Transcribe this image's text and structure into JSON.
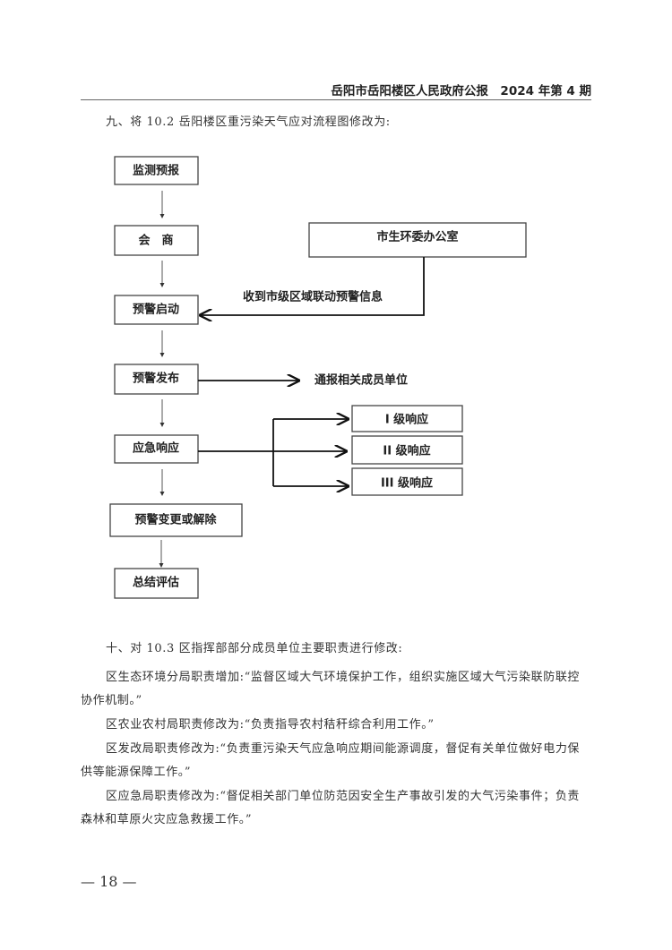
{
  "header": {
    "title": "岳阳市岳阳楼区人民政府公报　2024 年第 4 期"
  },
  "section9": {
    "heading": "九、将 10.2 岳阳楼区重污染天气应对流程图修改为:"
  },
  "flowchart": {
    "main_steps": [
      "监测预报",
      "会　商",
      "预警启动",
      "预警发布",
      "应急响应",
      "预警变更或解除",
      "总结评估"
    ],
    "city_office": "市生环委办公室",
    "city_signal_label": "收到市级区域联动预警信息",
    "notify_label": "通报相关成员单位",
    "levels": [
      "I 级响应",
      "II 级响应",
      "III 级响应"
    ]
  },
  "section10": {
    "heading": "十、对 10.3 区指挥部部分成员单位主要职责进行修改:",
    "paragraphs": [
      "区生态环境分局职责增加:“监督区域大气环境保护工作，组织实施区域大气污染联防联控协作机制。”",
      "区农业农村局职责修改为:“负责指导农村秸秆综合利用工作。”",
      "区发改局职责修改为:“负责重污染天气应急响应期间能源调度，督促有关单位做好电力保供等能源保障工作。”",
      "区应急局职责修改为:“督促相关部门单位防范因安全生产事故引发的大气污染事件；负责森林和草原火灾应急救援工作。”"
    ]
  },
  "footer": {
    "page_number": "— 18 —"
  }
}
